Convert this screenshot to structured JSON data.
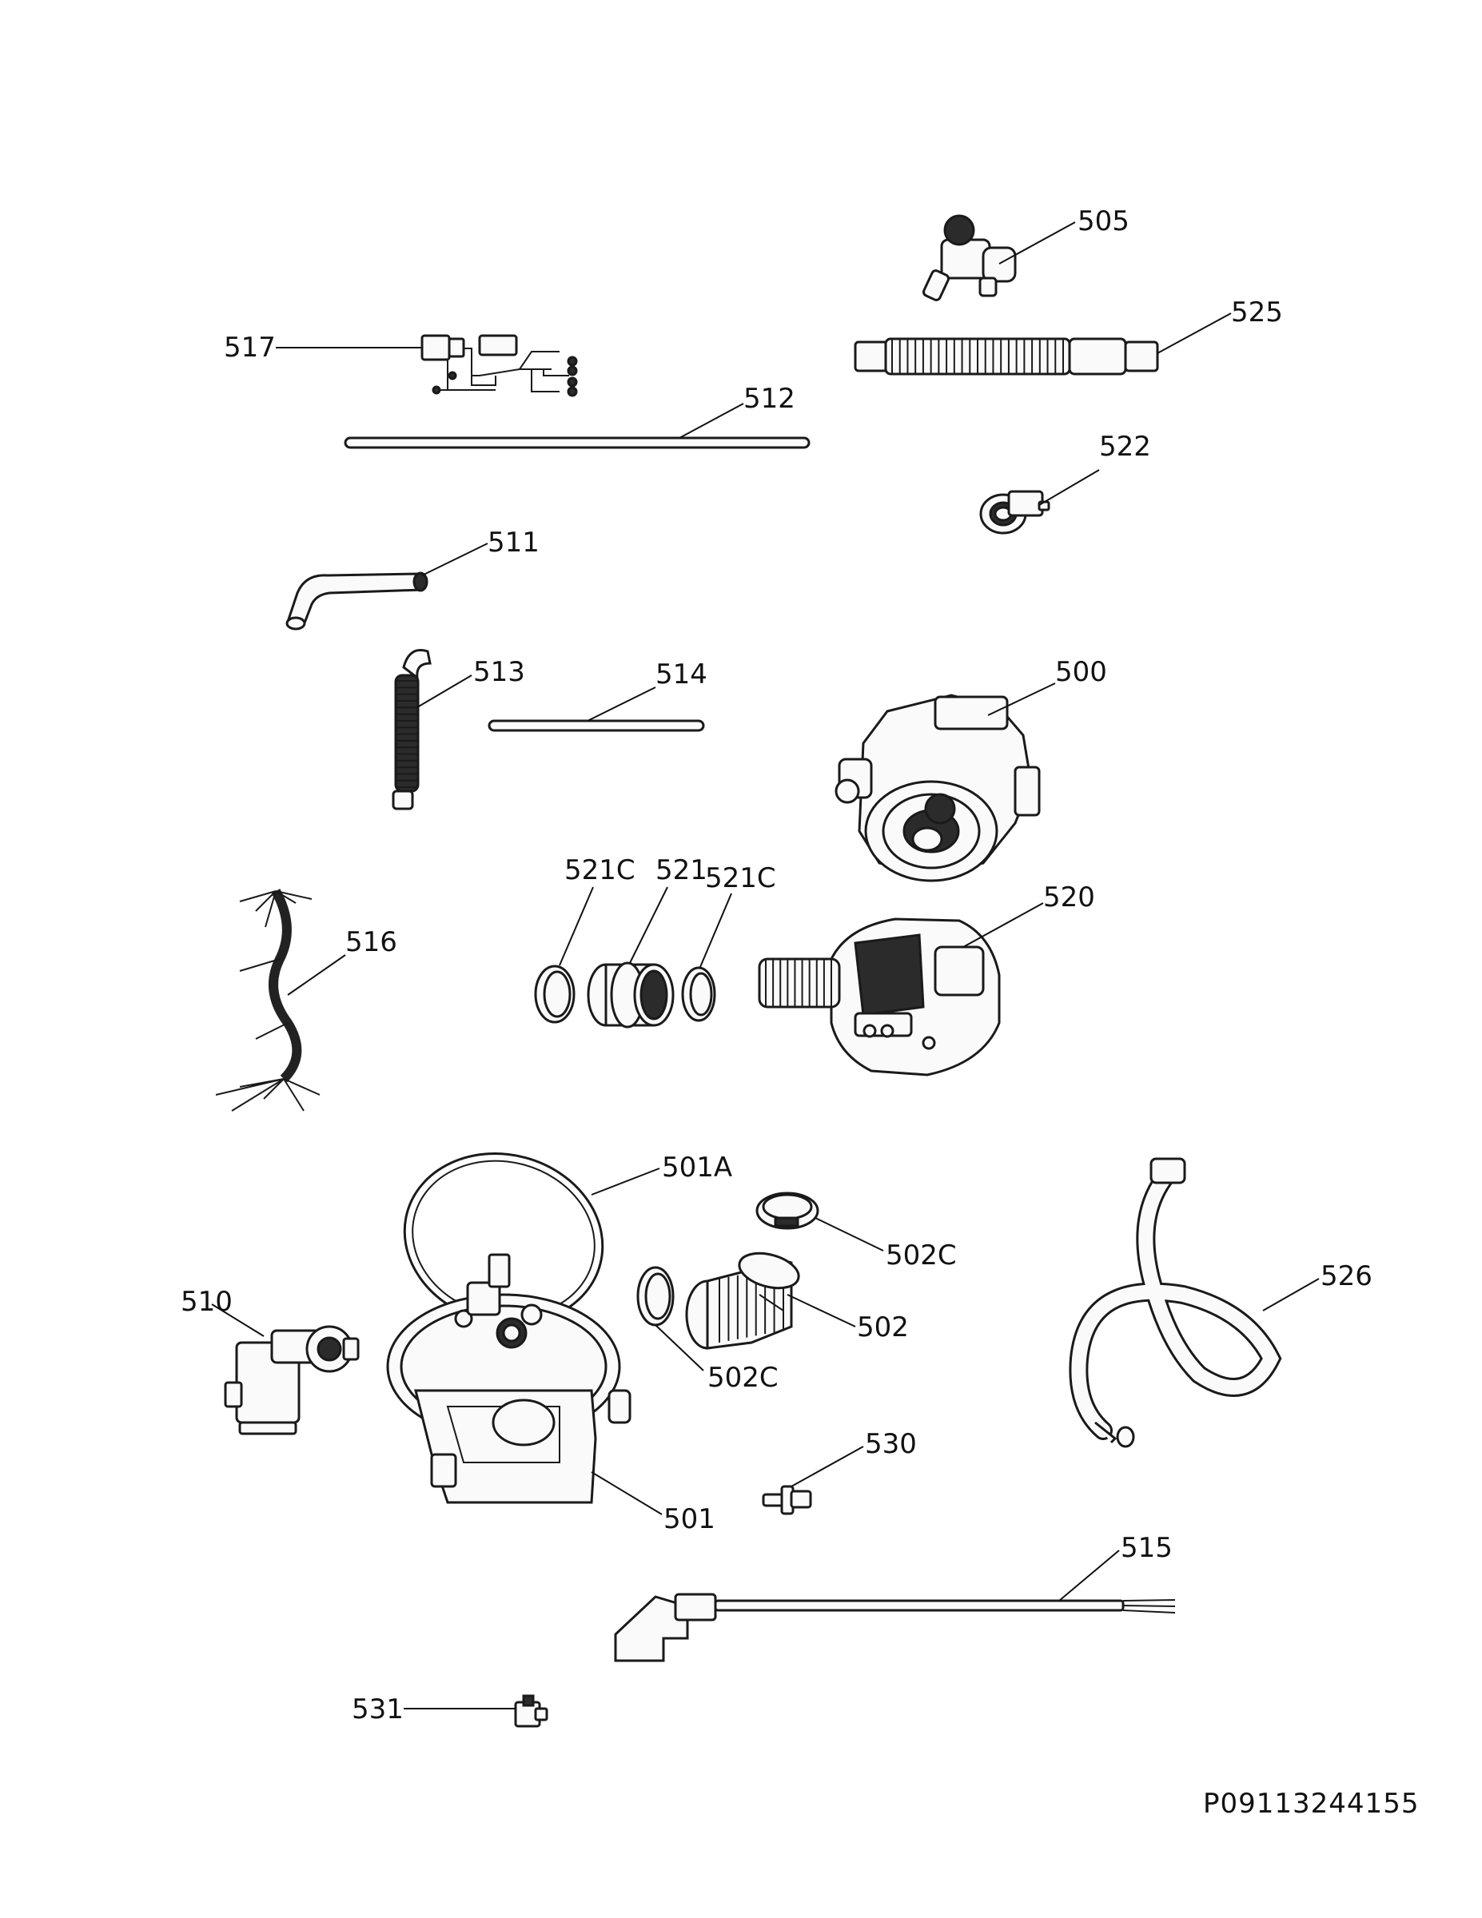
{
  "diagram": {
    "document_id": "P09113244155",
    "callouts": {
      "505": "505",
      "525": "525",
      "517": "517",
      "512": "512",
      "522": "522",
      "511": "511",
      "513": "513",
      "514": "514",
      "500": "500",
      "521C_left": "521C",
      "521": "521",
      "521C_right": "521C",
      "516": "516",
      "520": "520",
      "501A": "501A",
      "502C_top": "502C",
      "510": "510",
      "502": "502",
      "526": "526",
      "502C_bottom": "502C",
      "530": "530",
      "501": "501",
      "515": "515",
      "531": "531"
    }
  }
}
